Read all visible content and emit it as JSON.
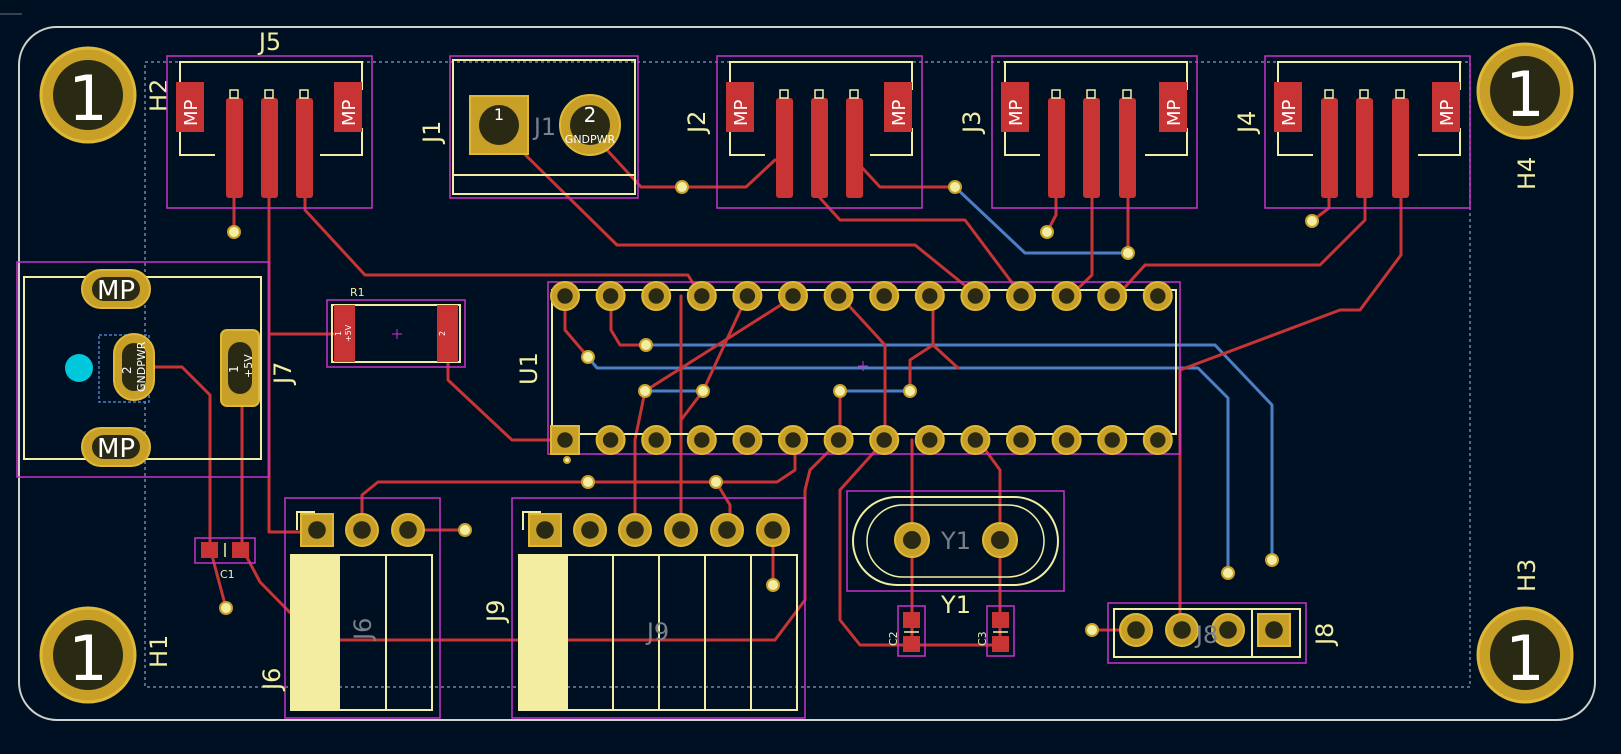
{
  "colors": {
    "background": "#001023",
    "board_outline": "#d0d2cd",
    "silkscreen": "#f2eda1",
    "courtyard": "#c832c8",
    "pad": "#c8a028",
    "pad_hole": "#2a2a14",
    "smd_pad": "#c83434",
    "front_copper": "#c83434",
    "back_copper": "#4d7fc4",
    "via": "#c8a028",
    "fill_zone": "#f2eda1",
    "marker": "#00c8dc"
  },
  "mounting_holes": {
    "number": "1",
    "refs": {
      "h1": "H1",
      "h2": "H2",
      "h3": "H3",
      "h4": "H4"
    }
  },
  "connectors": {
    "j1": {
      "ref": "J1",
      "inner_ref": "J1",
      "pad1": "1",
      "pad2": "2",
      "pad2_net": "GNDPWR"
    },
    "j2": {
      "ref": "J2",
      "mp": "MP"
    },
    "j3": {
      "ref": "J3",
      "mp": "MP"
    },
    "j4": {
      "ref": "J4",
      "mp": "MP"
    },
    "j5": {
      "ref": "J5",
      "mp": "MP"
    },
    "j6": {
      "ref": "J6",
      "inner_ref": "J6"
    },
    "j7": {
      "ref": "J7",
      "mp": "MP",
      "pad1": "1",
      "pad1_net": "+5V",
      "pad2": "2",
      "pad2_net": "GNDPWR"
    },
    "j8": {
      "ref": "J8",
      "inner_ref": "J8"
    },
    "j9": {
      "ref": "J9",
      "inner_ref": "J9"
    }
  },
  "components": {
    "r1": {
      "ref": "R1",
      "pad1": "1",
      "pad1_net": "+5V",
      "pad2": "2"
    },
    "c1": {
      "ref": "C1"
    },
    "c2": {
      "ref": "C2"
    },
    "c3": {
      "ref": "C3"
    },
    "u1": {
      "ref": "U1"
    },
    "y1": {
      "ref": "Y1",
      "inner_ref": "Y1"
    }
  },
  "net_labels": {
    "gndpwr": "GNDPWR",
    "plus5v": "+5V"
  }
}
